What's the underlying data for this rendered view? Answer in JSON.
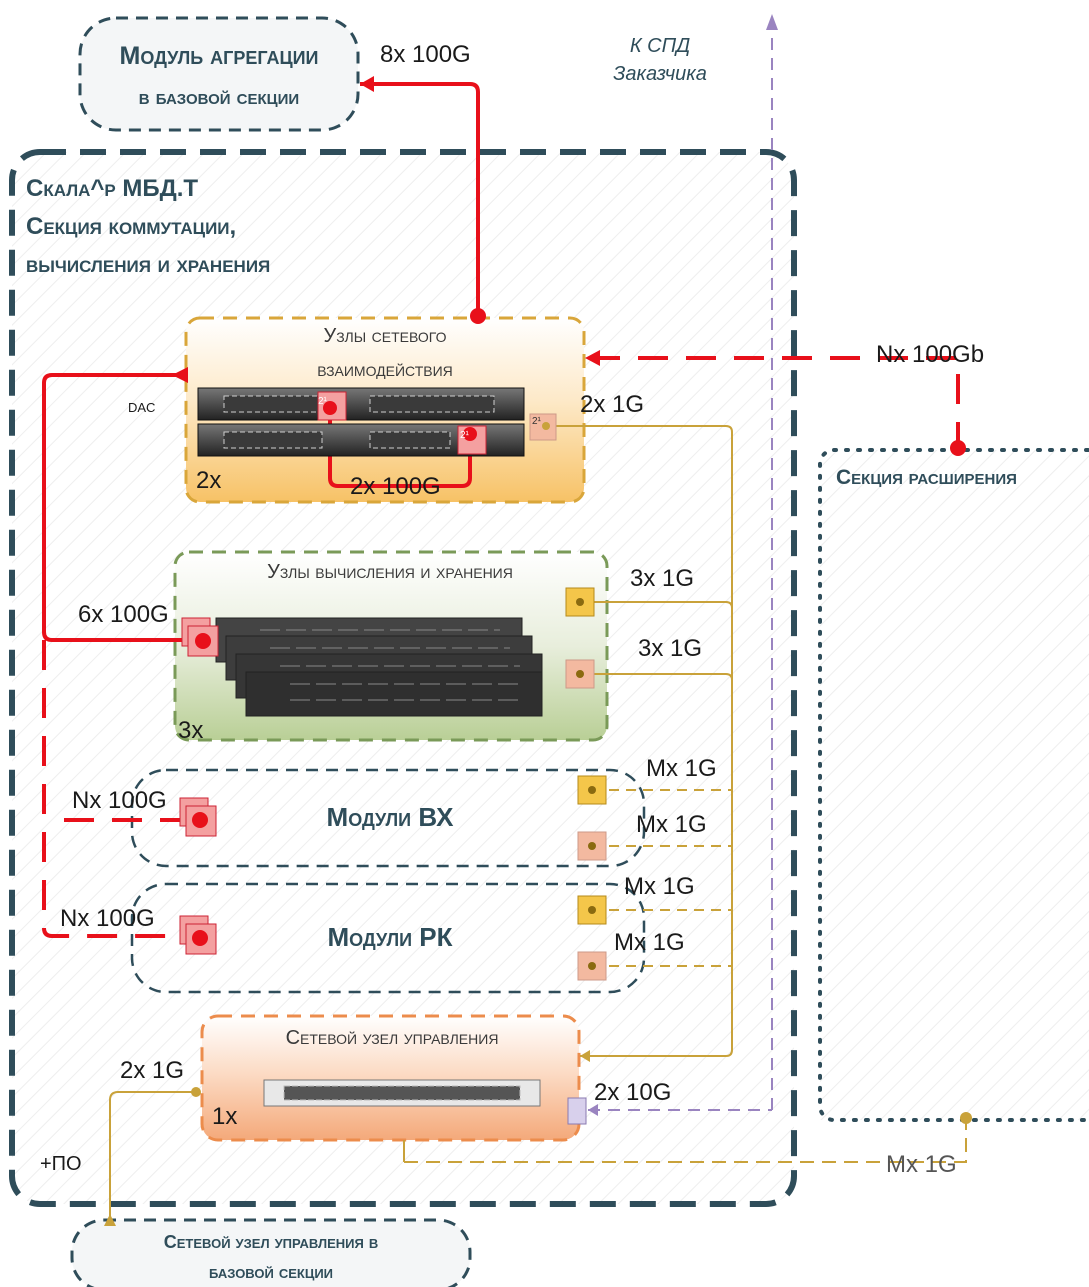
{
  "aggregation_module": {
    "line1": "Модуль агрегации",
    "line2": "в базовой секции"
  },
  "customer_network": {
    "line1": "К СПД",
    "line2": "Заказчика"
  },
  "main_section": {
    "line1": "Скала^р МБД.Т",
    "line2": "Секция коммутации,",
    "line3": "вычисления и хранения",
    "software": "+ПО"
  },
  "network_nodes": {
    "title1": "Узлы сетевого",
    "title2": "взаимодействия",
    "count": "2x",
    "port_mark": "2¹"
  },
  "compute_nodes": {
    "title": "Узлы вычисления и хранения",
    "count": "3x"
  },
  "bx_modules": {
    "title": "Модули ВХ"
  },
  "rk_modules": {
    "title": "Модули РК"
  },
  "mgmt_node": {
    "title": "Сетевой узел управления",
    "count": "1x"
  },
  "base_mgmt_node": {
    "line1": "Сетевой узел управления в",
    "line2": "базовой секции"
  },
  "expansion": {
    "title": "Секция расширения"
  },
  "links": {
    "agg_8x100g": "8x 100G",
    "nx_100gb": "Nx 100Gb",
    "dac": "DAC",
    "net_2x1g": "2x 1G",
    "net_2x100g": "2x 100G",
    "compute_3x1g_a": "3x 1G",
    "compute_3x1g_b": "3x 1G",
    "compute_6x100g": "6x 100G",
    "bx_mx1g_a": "Mx 1G",
    "bx_mx1g_b": "Mx 1G",
    "bx_nx100g": "Nx 100G",
    "rk_mx1g_a": "Mx 1G",
    "rk_mx1g_b": "Mx 1G",
    "rk_nx100g": "Nx 100G",
    "mgmt_2x1g": "2x 1G",
    "mgmt_2x10g": "2x 10G",
    "ext_mx1g": "Mx 1G"
  },
  "colors": {
    "primary_text": "#2f4d5a",
    "dashed_border": "#2f4d5a",
    "link_100g": "#e8101a",
    "link_1g": "#c9a23a",
    "link_10g": "#9a84c0"
  }
}
